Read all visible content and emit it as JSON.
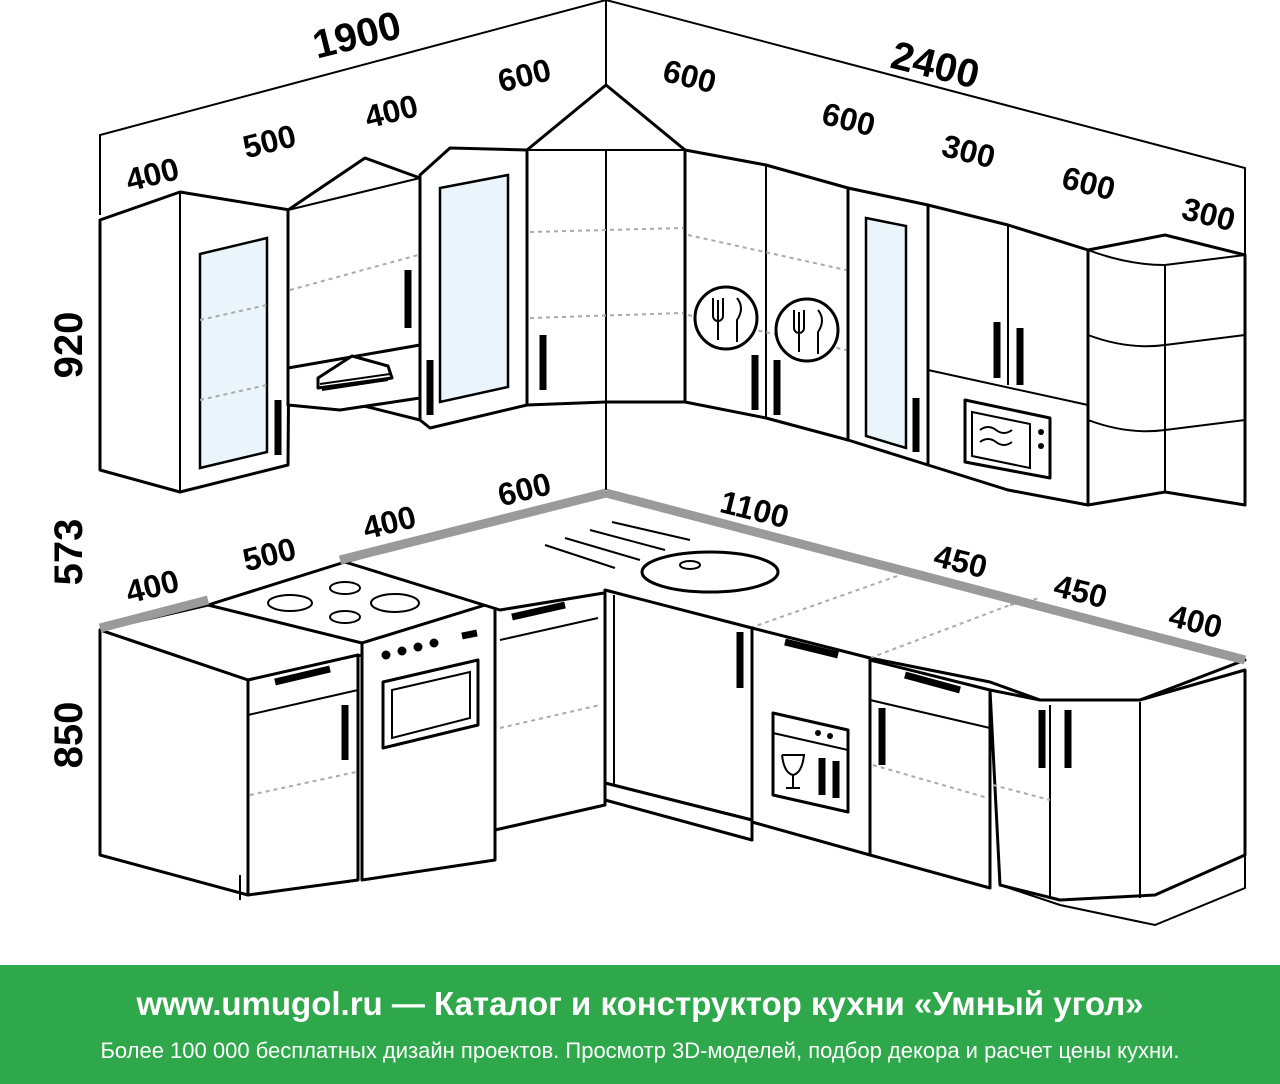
{
  "dimensions": {
    "upper_total_left": "1900",
    "upper_total_right": "2400",
    "upper_left": [
      "400",
      "500",
      "400",
      "600"
    ],
    "upper_right": [
      "600",
      "600",
      "300",
      "600",
      "300"
    ],
    "lower_left": [
      "400",
      "500",
      "400",
      "600"
    ],
    "lower_right": [
      "1100",
      "450",
      "450",
      "400"
    ],
    "height_upper": "920",
    "height_gap": "573",
    "height_lower": "850"
  },
  "banner": {
    "title": "www.umugol.ru — Каталог и конструктор кухни «Умный угол»",
    "subtitle": "Более 100 000 бесплатных дизайн проектов. Просмотр 3D-моделей, подбор декора и расчет цены кухни."
  },
  "colors": {
    "banner_background": "#2ea84a",
    "banner_text": "#ffffff",
    "worktop_edge": "#9a9a9a",
    "glass": "#eaf4fb"
  },
  "icons": [
    "cutlery-icon",
    "microwave-icon",
    "dishwasher-icon",
    "extractor-hood-icon",
    "gas-hob-icon",
    "induction-hob-icon"
  ]
}
